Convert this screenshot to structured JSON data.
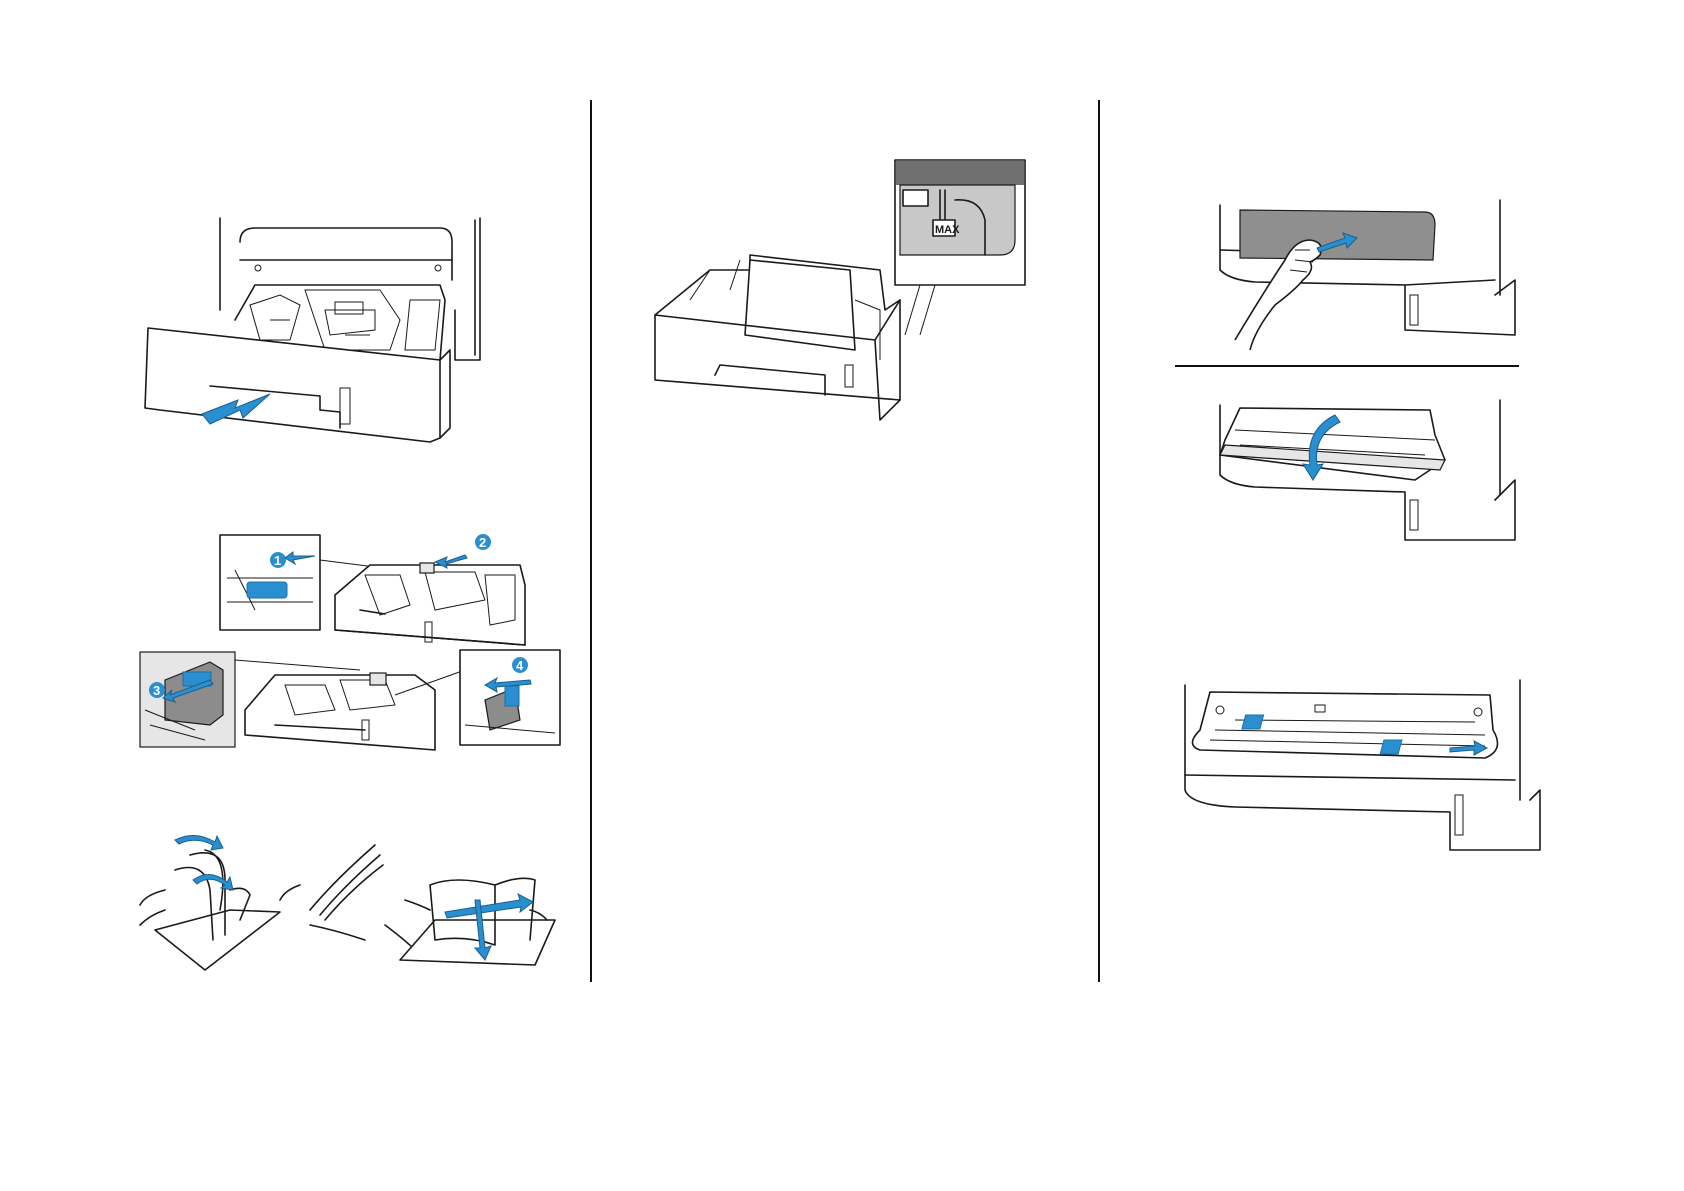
{
  "callouts": {
    "step1": "1",
    "step2": "2",
    "step3": "3",
    "step4": "4",
    "max_label": "MAX"
  },
  "colors": {
    "accent": "#2a8fd0",
    "line": "#1a1a1a",
    "panel_gray": "#8c8c8c"
  },
  "icons": {
    "pull_arrow": "arrow-icon",
    "hands": "hand-icon"
  }
}
